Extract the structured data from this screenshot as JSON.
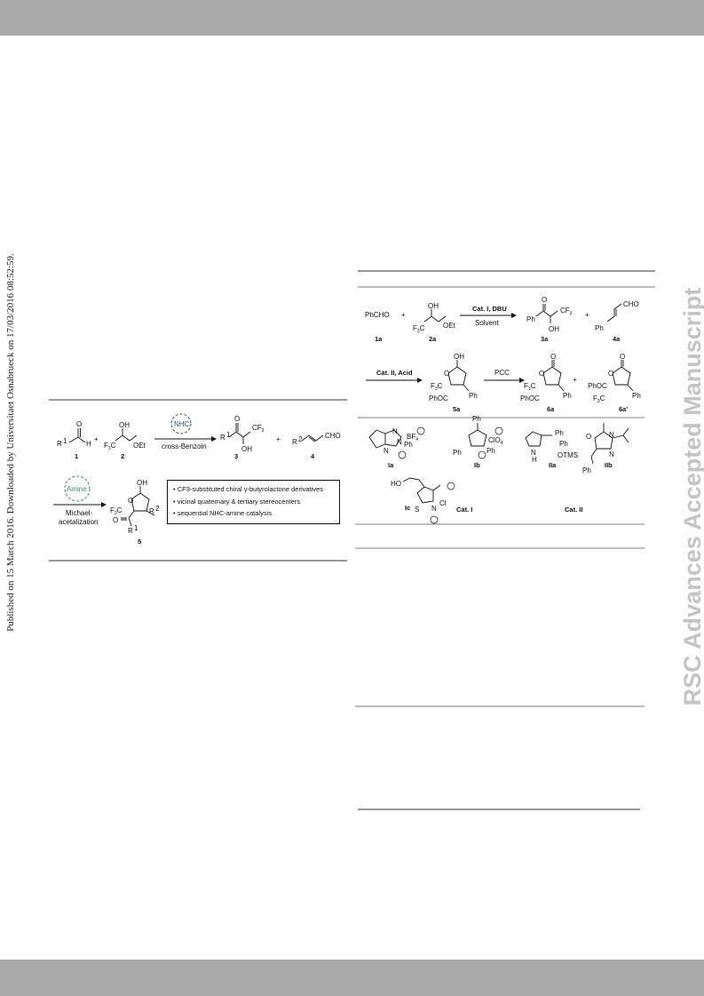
{
  "side_note": "Published on 15 March 2016. Downloaded by Universitaet Osnabrueck on 17/03/2016 08:52:59.",
  "watermark": "RSC Advances Accepted Manuscript",
  "scheme1": {
    "compounds": {
      "c1": "1",
      "c2": "2",
      "c3": "3",
      "c4": "4",
      "c5": "5"
    },
    "labels": {
      "R1": "R",
      "H": "H",
      "OH": "OH",
      "F3C": "F",
      "OEt": "OEt",
      "CF3": "CF",
      "CHO": "CHO",
      "R2": "R",
      "plus1": "+",
      "plus2": "+"
    },
    "nhc_circle": "NHC",
    "cond1": "cross-Benzoin",
    "amine_circle": "Amine",
    "cond2_line1": "Michael-",
    "cond2_line2": "acetalization",
    "features": [
      "• CF3-substituted chiral γ-butyrolactone derivatives",
      "• vicinal quaternary & tertiary stereocenters",
      "• sequential NHC-amine catalysis"
    ]
  },
  "scheme2": {
    "row1": {
      "phcho": "PhCHO",
      "plus": "+",
      "oh": "OH",
      "f3c": "F",
      "oet": "OEt",
      "cond_top": "Cat. I, DBU",
      "cond_bottom": "Solvent",
      "ph": "Ph",
      "cf3": "CF",
      "oh2": "OH",
      "plus2": "+",
      "cho": "CHO",
      "ph2": "Ph",
      "c1a": "1a",
      "c2a": "2a",
      "c3a": "3a",
      "c4a": "4a"
    },
    "row2": {
      "cond1": "Cat. II, Acid",
      "cond2": "PCC",
      "plus": "+",
      "oh": "OH",
      "f3c": "F",
      "phoc": "PhOC",
      "ph": "Ph",
      "c5a": "5a",
      "c6a": "6a",
      "c6a2": "6a'"
    },
    "catalysts": {
      "Ia": "Ia",
      "Ib": "Ib",
      "Ic": "Ic",
      "IIa": "IIa",
      "IIb": "IIb",
      "cat1": "Cat. I",
      "cat2": "Cat. II",
      "bf4": "BF",
      "clo4": "ClO",
      "cl": "Cl",
      "ph": "Ph",
      "otms": "OTMS",
      "ho": "HO",
      "nh": "H",
      "n": "N",
      "s": "S"
    }
  }
}
